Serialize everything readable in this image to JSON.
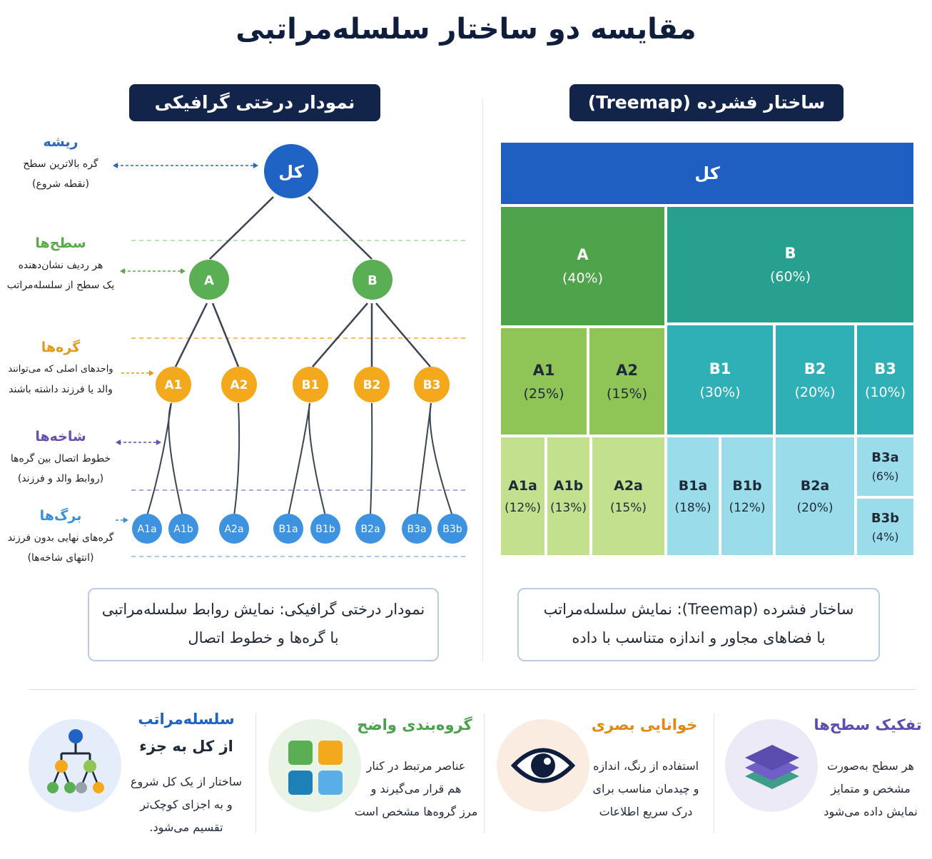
{
  "title": "مقایسه دو ساختار سلسله‌مراتبی",
  "headers": {
    "tree": "نمودار درختی گرافیکی",
    "treemap": "ساختار فشرده (Treemap)"
  },
  "legend": [
    {
      "title": "ریشه",
      "line1": "گره بالاترین سطح",
      "line2": "(نقطه شروع)",
      "color": "#2a6ab8"
    },
    {
      "title": "سطح‌ها",
      "line1": "هر ردیف نشان‌دهنده",
      "line2": "یک سطح از سلسله‌مراتب",
      "color": "#5aaa4a"
    },
    {
      "title": "گره‌ها",
      "line1": "واحدهای اصلی که می‌توانند",
      "line2": "والد یا فرزند داشته باشند",
      "color": "#e39a1a"
    },
    {
      "title": "شاخه‌ها",
      "line1": "خطوط اتصال بین گره‌ها",
      "line2": "(روابط والد و فرزند)",
      "color": "#6b4fb0"
    },
    {
      "title": "برگ‌ها",
      "line1": "گره‌های نهایی بدون فرزند",
      "line2": "(انتهای شاخه‌ها)",
      "color": "#3a8fd9"
    }
  ],
  "tree": {
    "root": "کل",
    "level1": [
      "A",
      "B"
    ],
    "level2": [
      "A1",
      "A2",
      "B1",
      "B2",
      "B3"
    ],
    "leaves": [
      "A1a",
      "A1b",
      "A2a",
      "B1a",
      "B1b",
      "B2a",
      "B3a",
      "B3b"
    ],
    "colors": {
      "root": "#1f63c4",
      "level1": "#5aaf55",
      "level2": "#f4a91c",
      "leaf": "#3d93e0"
    }
  },
  "treemap": {
    "root": "کل",
    "cells": [
      {
        "name": "A",
        "pct": "(40%)"
      },
      {
        "name": "B",
        "pct": "(60%)"
      },
      {
        "name": "A1",
        "pct": "(25%)"
      },
      {
        "name": "A2",
        "pct": "(15%)"
      },
      {
        "name": "B1",
        "pct": "(30%)"
      },
      {
        "name": "B2",
        "pct": "(20%)"
      },
      {
        "name": "B3",
        "pct": "(10%)"
      },
      {
        "name": "A1a",
        "pct": "(12%)"
      },
      {
        "name": "A1b",
        "pct": "(13%)"
      },
      {
        "name": "A2a",
        "pct": "(15%)"
      },
      {
        "name": "B1a",
        "pct": "(18%)"
      },
      {
        "name": "B1b",
        "pct": "(12%)"
      },
      {
        "name": "B2a",
        "pct": "(20%)"
      },
      {
        "name": "B3a",
        "pct": "(6%)"
      },
      {
        "name": "B3b",
        "pct": "(4%)"
      }
    ],
    "colors": {
      "root": "#1f5fc2",
      "level1A": "#4fa34a",
      "level1B": "#28a08f",
      "level2A": "#8fc456",
      "level2B": "#2fb0b7",
      "leafA": "#c3e08e",
      "leafB": "#9adce9"
    }
  },
  "captions": {
    "tree": {
      "line1": "نمودار درختی گرافیکی: نمایش روابط سلسله‌مراتبی",
      "line2": "با گره‌ها و خطوط اتصال"
    },
    "treemap": {
      "line1": "ساختار فشرده (Treemap): نمایش سلسله‌مراتب",
      "line2": "با فضاهای مجاور و اندازه متناسب با داده"
    }
  },
  "features": [
    {
      "title": "تفکیک سطح‌ها",
      "line1": "هر سطح به‌صورت",
      "line2": "مشخص و متمایز",
      "line3": "نمایش داده می‌شود",
      "color": "#5b4cb0",
      "icon": "layers-icon"
    },
    {
      "title": "خوانایی بصری",
      "line1": "استفاده از رنگ، اندازه",
      "line2": "و چیدمان مناسب برای",
      "line3": "درک سریع اطلاعات",
      "color": "#e08a14",
      "icon": "eye-icon"
    },
    {
      "title": "گروه‌بندی واضح",
      "line1": "عناصر مرتبط در کنار",
      "line2": "هم قرار می‌گیرند و",
      "line3": "مرز گروه‌ها مشخص است",
      "color": "#4aa34a",
      "icon": "grid-icon"
    },
    {
      "title": "سلسله‌مراتب",
      "subtitle": "از کل به جزء",
      "line1": "ساختار از یک کل شروع",
      "line2": "و به اجزای کوچک‌تر",
      "line3": "تقسیم می‌شود.",
      "color": "#1f63c4",
      "icon": "hierarchy-icon"
    }
  ]
}
